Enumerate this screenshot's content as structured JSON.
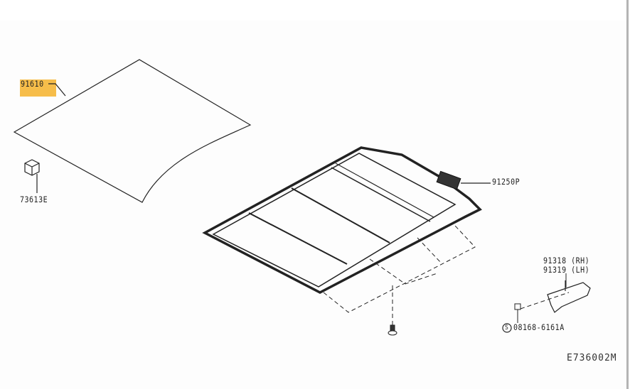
{
  "diagram": {
    "title_code": "E736002M",
    "highlight_color": "#f6bd4a",
    "parts": [
      {
        "id": "glass_panel",
        "label": "91610",
        "highlighted": true
      },
      {
        "id": "clip",
        "label": "73613E",
        "highlighted": false
      },
      {
        "id": "sunroof_frame",
        "label": "91250P",
        "highlighted": false
      },
      {
        "id": "bracket",
        "label_rh": "91318 (RH)",
        "label_lh": "91319 (LH)",
        "highlighted": false
      },
      {
        "id": "bolt",
        "label": "08168-6161A",
        "symbol": "S",
        "highlighted": false
      }
    ]
  }
}
